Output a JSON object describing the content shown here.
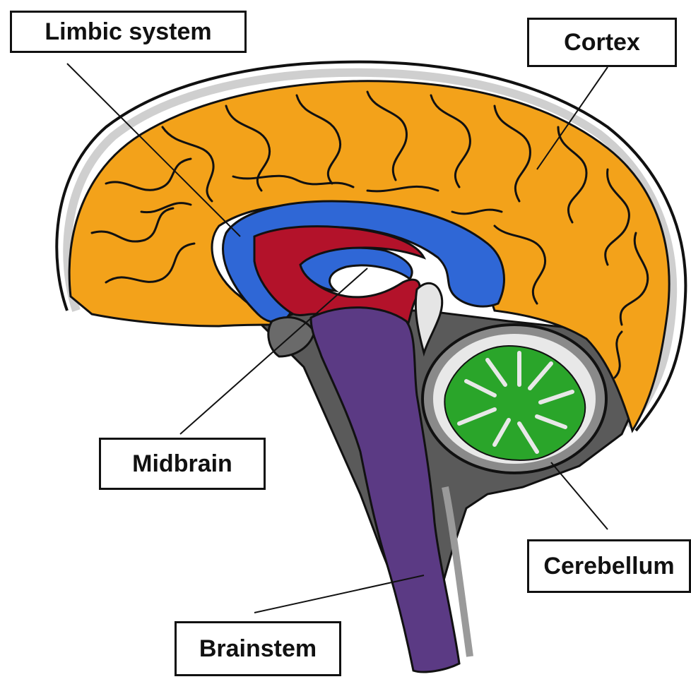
{
  "labels": {
    "limbic_system": "Limbic system",
    "cortex": "Cortex",
    "midbrain": "Midbrain",
    "cerebellum": "Cerebellum",
    "brainstem": "Brainstem"
  },
  "colors": {
    "cortex": "#f3a21a",
    "limbic_blue": "#2f67d6",
    "limbic_red": "#b3122a",
    "brainstem": "#5b3a84",
    "cerebellum": "#2aa52a",
    "tissue_gray": "#5a5a5a",
    "light_gray": "#cfcfcf",
    "outline": "#111111"
  }
}
